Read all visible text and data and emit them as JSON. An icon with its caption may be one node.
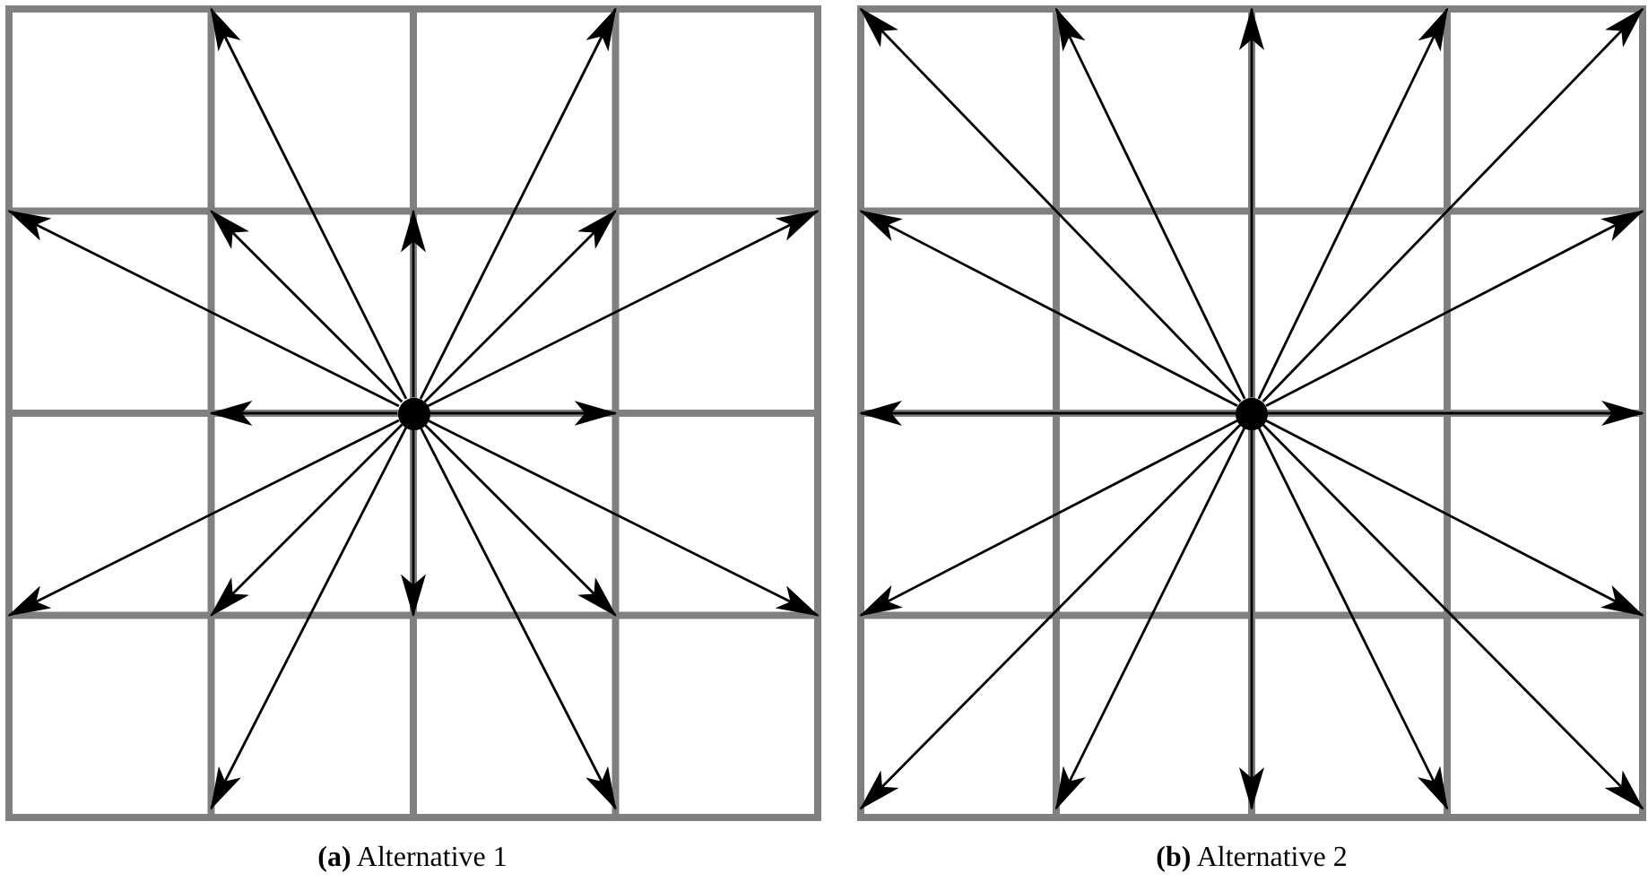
{
  "diagram": {
    "nodes": [
      {
        "text": [],
        "shape": "circle"
      },
      {
        "text": [],
        "shape": "circle"
      }
    ],
    "edges": [
      {
        "from": 0,
        "to": null,
        "arrow": "to"
      },
      {
        "from": 0,
        "to": null,
        "arrow": "to"
      },
      {
        "from": 0,
        "to": null,
        "arrow": "to"
      },
      {
        "from": 0,
        "to": null,
        "arrow": "to"
      },
      {
        "from": 0,
        "to": null,
        "arrow": "to"
      },
      {
        "from": 0,
        "to": null,
        "arrow": "to"
      },
      {
        "from": 0,
        "to": null,
        "arrow": "to"
      },
      {
        "from": 0,
        "to": null,
        "arrow": "to"
      },
      {
        "from": 0,
        "to": null,
        "arrow": "to"
      },
      {
        "from": 0,
        "to": null,
        "arrow": "to"
      },
      {
        "from": 0,
        "to": null,
        "arrow": "to"
      },
      {
        "from": 0,
        "to": null,
        "arrow": "to"
      },
      {
        "from": 0,
        "to": null,
        "arrow": "to"
      },
      {
        "from": 0,
        "to": null,
        "arrow": "to"
      },
      {
        "from": 0,
        "to": null,
        "arrow": "to"
      },
      {
        "from": 0,
        "to": null,
        "arrow": "to"
      },
      {
        "from": 1,
        "to": null,
        "arrow": "to"
      },
      {
        "from": 1,
        "to": null,
        "arrow": "to"
      },
      {
        "from": 1,
        "to": null,
        "arrow": "to"
      },
      {
        "from": 1,
        "to": null,
        "arrow": "to"
      },
      {
        "from": 1,
        "to": null,
        "arrow": "to"
      },
      {
        "from": 1,
        "to": null,
        "arrow": "to"
      },
      {
        "from": 1,
        "to": null,
        "arrow": "to"
      },
      {
        "from": 1,
        "to": null,
        "arrow": "to"
      },
      {
        "from": 1,
        "to": null,
        "arrow": "to"
      },
      {
        "from": 1,
        "to": null,
        "arrow": "to"
      },
      {
        "from": 1,
        "to": null,
        "arrow": "to"
      },
      {
        "from": 1,
        "to": null,
        "arrow": "to"
      },
      {
        "from": 1,
        "to": null,
        "arrow": "to"
      },
      {
        "from": 1,
        "to": null,
        "arrow": "to"
      },
      {
        "from": 1,
        "to": null,
        "arrow": "to"
      },
      {
        "from": 1,
        "to": null,
        "arrow": "to"
      }
    ],
    "labels": [
      "**(a)** Alternative 1",
      "**(b)** Alternative 2"
    ]
  }
}
